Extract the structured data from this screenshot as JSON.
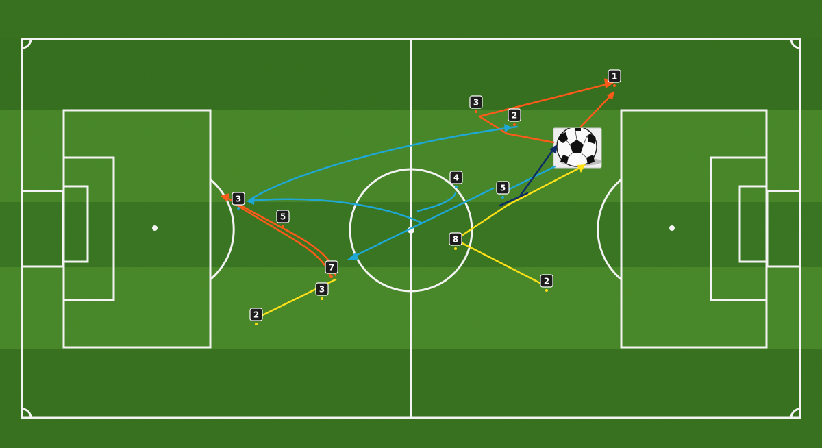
{
  "diagram": {
    "type": "football-tactics-board",
    "colors": {
      "grass_light": "#4b8a2a",
      "grass_dark": "#3a7420",
      "lines": "#f3f3f3",
      "orange": "#ff5a1a",
      "blue": "#1fa7d6",
      "yellow": "#ffe11a",
      "navy": "#0d2a66",
      "label_bg": "#1d1d1d"
    },
    "ball_icon": "soccer-ball-icon",
    "markers": [
      {
        "text": "1",
        "color": "orange"
      },
      {
        "text": "3",
        "color": "orange"
      },
      {
        "text": "2",
        "color": "orange"
      },
      {
        "text": "4",
        "color": "blue"
      },
      {
        "text": "5",
        "color": "blue"
      },
      {
        "text": "3",
        "color": "blue"
      },
      {
        "text": "5",
        "color": "orange"
      },
      {
        "text": "7",
        "color": "orange"
      },
      {
        "text": "3",
        "color": "yellow"
      },
      {
        "text": "2",
        "color": "yellow"
      },
      {
        "text": "8",
        "color": "yellow"
      },
      {
        "text": "2",
        "color": "yellow"
      }
    ]
  }
}
